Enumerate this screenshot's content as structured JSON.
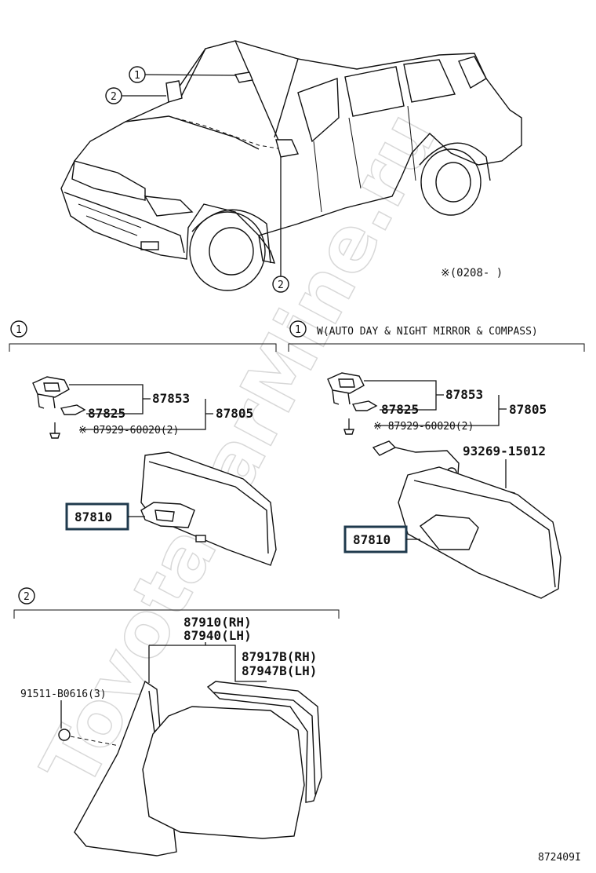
{
  "watermark": "ToyotaCarMine.ru",
  "header_note": "※(0208-      )",
  "callouts": {
    "c1": "1",
    "c2": "2"
  },
  "section1": {
    "marker": "1",
    "parts": {
      "p87853": "87853",
      "p87825": "87825",
      "p87805": "87805",
      "p87929": "※ 87929-60020(2)",
      "p87810": "87810"
    }
  },
  "section1b": {
    "marker": "1",
    "caption": "W(AUTO DAY & NIGHT MIRROR & COMPASS)",
    "parts": {
      "p87853": "87853",
      "p87825": "87825",
      "p87805": "87805",
      "p87929": "※ 87929-60020(2)",
      "p93269": "93269-15012",
      "p87810": "87810"
    }
  },
  "section2": {
    "marker": "2",
    "parts": {
      "p87910": "87910(RH)",
      "p87940": "87940(LH)",
      "p87917": "87917B(RH)",
      "p87947": "87947B(LH)",
      "p91511": "91511-B0616(3)",
      "bolt_letter": "B"
    }
  },
  "figure_id": "872409I",
  "colors": {
    "highlight": "#1f3a4d",
    "ink": "#111111",
    "watermark": "#d8d8d8"
  }
}
